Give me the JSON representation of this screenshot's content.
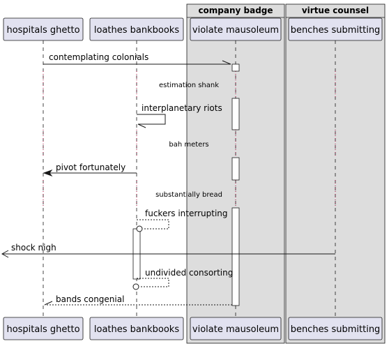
{
  "boxes": [
    {
      "title": "company badge",
      "fill": "#DDDDDD"
    },
    {
      "title": "virtue counsel",
      "fill": "#DDDDDD"
    }
  ],
  "participants": [
    {
      "id": "p1",
      "label": "hospitals ghetto"
    },
    {
      "id": "p2",
      "label": "loathes bankbooks"
    },
    {
      "id": "p3",
      "label": "violate mausoleum"
    },
    {
      "id": "p4",
      "label": "benches submitting"
    }
  ],
  "messages": [
    {
      "from": "p1",
      "to": "p3",
      "label": "contemplating colonials",
      "style": "solid",
      "head": "half"
    },
    {
      "divider": "estimation shank"
    },
    {
      "from": "p2",
      "to": "p2",
      "label": "interplanetary riots",
      "style": "solid",
      "head": "half"
    },
    {
      "divider": "bah meters"
    },
    {
      "from": "p2",
      "to": "p1",
      "label": "pivot fortunately",
      "style": "solid",
      "head": "full"
    },
    {
      "divider": "substantially bread"
    },
    {
      "from": "p2",
      "to": "p2",
      "label": "fuckers interrupting",
      "style": "dashed",
      "head": "circle"
    },
    {
      "from": "p4",
      "to": "left-edge",
      "label": "shock nigh",
      "style": "solid",
      "head": "open"
    },
    {
      "from": "p2",
      "to": "p2",
      "label": "undivided consorting",
      "style": "dashed",
      "head": "circle"
    },
    {
      "from": "p3",
      "to": "p1",
      "label": "bands congenial",
      "style": "dashed",
      "head": "half"
    }
  ],
  "colors": {
    "participant_fill": "#E2E2F0",
    "participant_stroke": "#181818",
    "lifeline": "#181818",
    "activation_fill": "#FFFFFF",
    "box_fill": "#DDDDDD",
    "box_stroke": "#181818",
    "divider_dots": "#A80036"
  }
}
